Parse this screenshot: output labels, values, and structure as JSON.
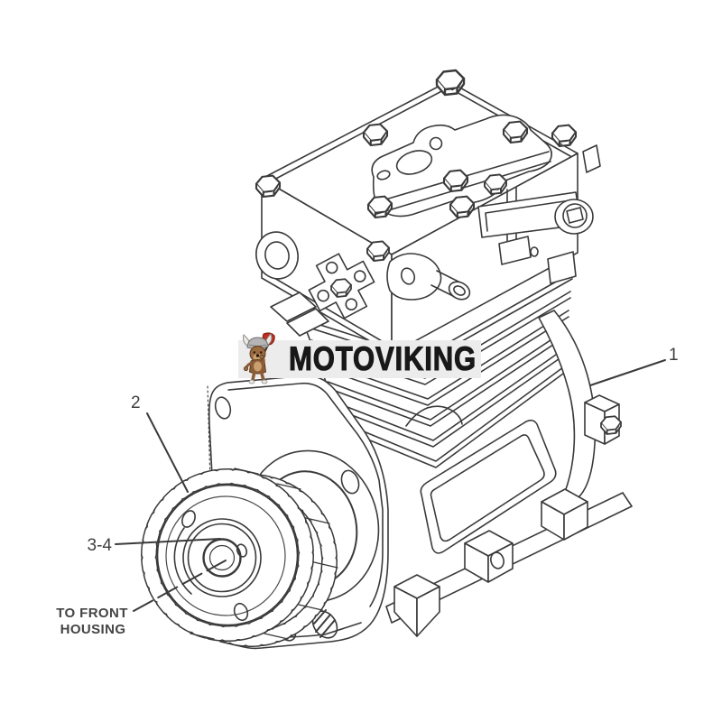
{
  "background_color": "#ffffff",
  "drawing": {
    "type": "technical-parts-diagram",
    "subject": "air compressor with drive gear",
    "line_color": "#3a3a3a",
    "label_color": "#3f3f3f"
  },
  "watermark": {
    "text": "MOTOVIKING",
    "band_color": "#ececec",
    "text_color": "#181818",
    "mascot": {
      "name": "viking-dog-mascot",
      "fur_color": "#9a6a40",
      "accent_fur_color": "#c99f6d",
      "helmet_color": "#b5b5b5",
      "axe_color": "#c22b1d"
    }
  },
  "callouts": {
    "item_1": "1",
    "item_2": "2",
    "item_3_4": "3-4",
    "front_housing_note": {
      "line1": "TO FRONT",
      "line2": "HOUSING"
    }
  }
}
